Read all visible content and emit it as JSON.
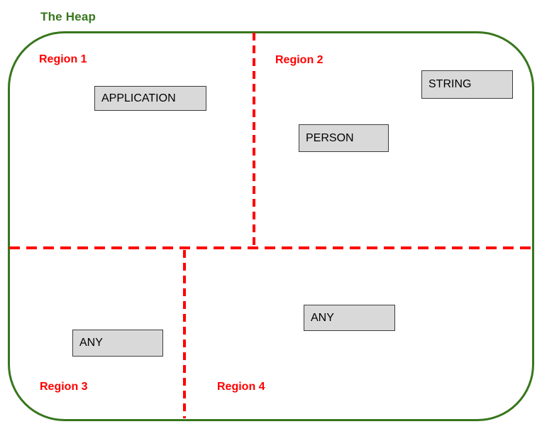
{
  "title": "The Heap",
  "colors": {
    "heap_border_green": "#38761d",
    "title_green": "#38761d",
    "divider_red": "#ff0000",
    "region_label_red": "#ff0000",
    "object_box_fill": "#d9d9d9",
    "object_box_border": "#3d3d3d",
    "background": "#ffffff"
  },
  "regions": [
    {
      "label": "Region 1",
      "objects": [
        "APPLICATION"
      ]
    },
    {
      "label": "Region 2",
      "objects": [
        "PERSON",
        "STRING"
      ]
    },
    {
      "label": "Region 3",
      "objects": [
        "ANY"
      ]
    },
    {
      "label": "Region 4",
      "objects": [
        "ANY"
      ]
    }
  ]
}
